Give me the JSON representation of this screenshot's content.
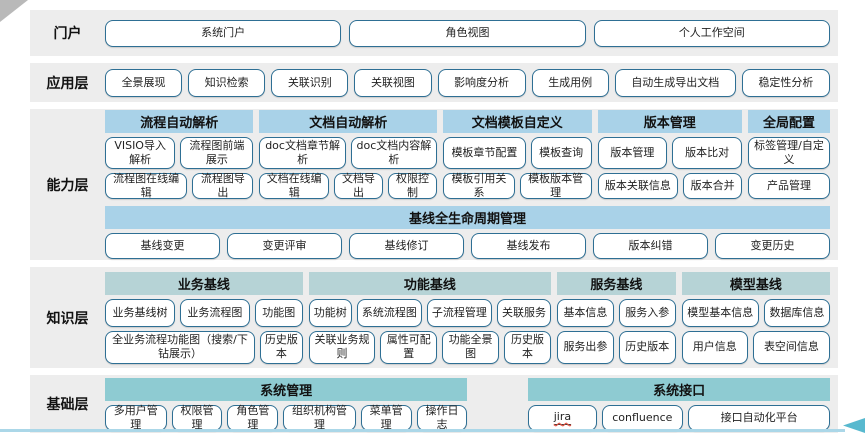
{
  "portal": {
    "label": "门户",
    "buttons": [
      "系统门户",
      "角色视图",
      "个人工作空间"
    ]
  },
  "application": {
    "label": "应用层",
    "buttons": [
      "全景展现",
      "知识检索",
      "关联识别",
      "关联视图",
      "影响度分析",
      "生成用例",
      "自动生成导出文档",
      "稳定性分析"
    ]
  },
  "capability": {
    "label": "能力层",
    "groups": [
      {
        "title": "流程自动解析",
        "rows": [
          [
            "VISIO导入解析",
            "流程图前端展示"
          ],
          [
            "流程图在线编辑",
            "流程图导出"
          ]
        ]
      },
      {
        "title": "文档自动解析",
        "rows": [
          [
            "doc文档章节解析",
            "doc文档内容解析"
          ],
          [
            "文档在线编辑",
            "文档导出",
            "权限控制"
          ]
        ]
      },
      {
        "title": "文档模板自定义",
        "rows": [
          [
            "模板章节配置",
            "模板查询"
          ],
          [
            "模板引用关系",
            "模板版本管理"
          ]
        ]
      },
      {
        "title": "版本管理",
        "rows": [
          [
            "版本管理",
            "版本比对"
          ],
          [
            "版本关联信息",
            "版本合并"
          ]
        ]
      },
      {
        "title": "全局配置",
        "rows": [
          [
            "标签管理/自定义"
          ],
          [
            "产品管理"
          ]
        ]
      }
    ],
    "baseline": {
      "title": "基线全生命周期管理",
      "buttons": [
        "基线变更",
        "变更评审",
        "基线修订",
        "基线发布",
        "版本纠错",
        "变更历史"
      ]
    }
  },
  "knowledge": {
    "label": "知识层",
    "groups": [
      {
        "title": "业务基线",
        "rows": [
          [
            "业务基线树",
            "业务流程图",
            "功能图"
          ],
          [
            "全业务流程功能图（搜索/下钻展示）",
            "历史版本"
          ]
        ]
      },
      {
        "title": "功能基线",
        "rows": [
          [
            "功能树",
            "系统流程图",
            "子流程管理",
            "关联服务"
          ],
          [
            "关联业务规则",
            "属性可配置",
            "功能全景图",
            "历史版本"
          ]
        ]
      },
      {
        "title": "服务基线",
        "rows": [
          [
            "基本信息",
            "服务入参"
          ],
          [
            "服务出参",
            "历史版本"
          ]
        ]
      },
      {
        "title": "模型基线",
        "rows": [
          [
            "模型基本信息",
            "数据库信息"
          ],
          [
            "用户信息",
            "表空间信息"
          ]
        ]
      }
    ]
  },
  "base": {
    "label": "基础层",
    "system_mgmt": {
      "title": "系统管理",
      "buttons": [
        "多用户管理",
        "权限管理",
        "角色管理",
        "组织机构管理",
        "菜单管理",
        "操作日志"
      ]
    },
    "system_if": {
      "title": "系统接口",
      "buttons": {
        "jira": "jira",
        "confluence": "confluence",
        "platform": "接口自动化平台"
      }
    }
  },
  "colors": {
    "band_bg": "#ededed",
    "button_border": "#2e6f94",
    "header_light_blue": "#a9d2e8",
    "header_gray_teal": "#b6d3d6",
    "header_teal": "#8ecbd2",
    "bottom_line": "#abd7e8",
    "arrow": "#58b9cf"
  }
}
